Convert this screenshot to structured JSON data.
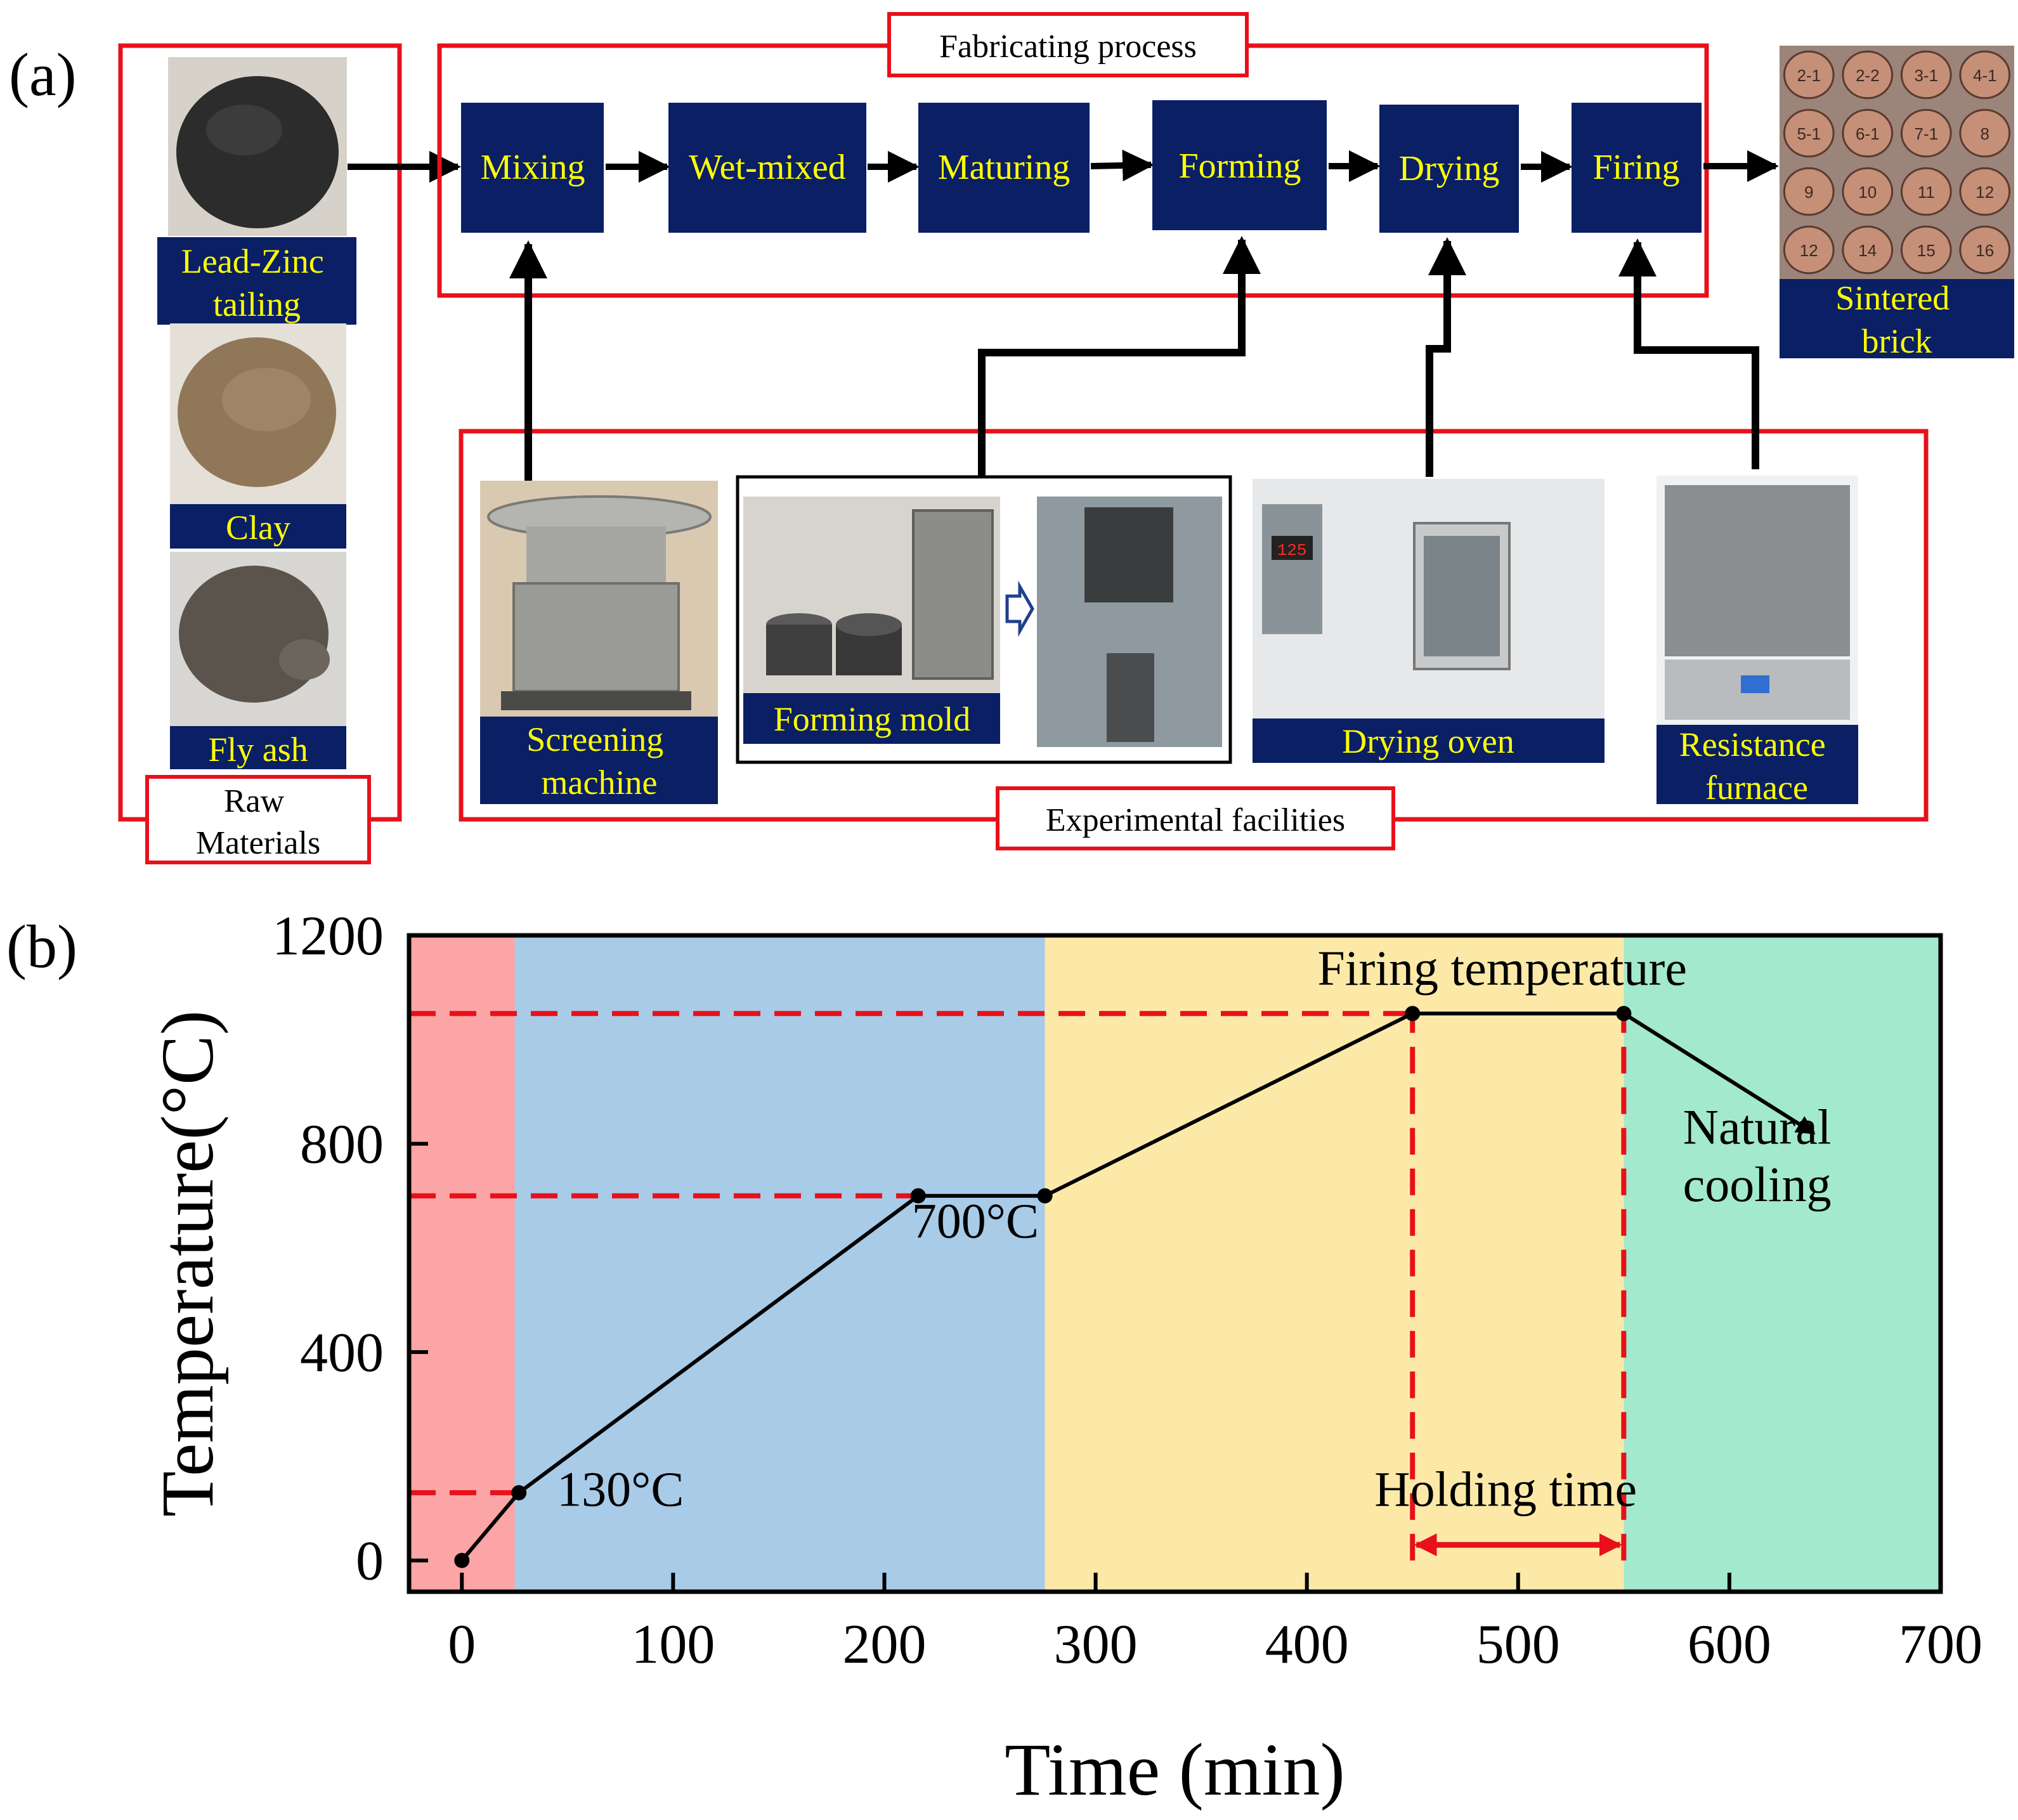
{
  "panel_a": {
    "label": "(a)",
    "raw_materials": {
      "title": [
        "Raw",
        "Materials"
      ],
      "items": [
        {
          "label": [
            "Lead-Zinc",
            "tailing"
          ],
          "color": "#3a3a3a"
        },
        {
          "label": [
            "Clay"
          ],
          "color": "#9a8362"
        },
        {
          "label": [
            "Fly ash"
          ],
          "color": "#5e5850"
        }
      ]
    },
    "fabricating_process": {
      "title": "Fabricating process",
      "steps": [
        "Mixing",
        "Wet-mixed",
        "Maturing",
        "Forming",
        "Drying",
        "Firing"
      ]
    },
    "product": {
      "label": [
        "Sintered",
        "brick"
      ],
      "sample_ids": [
        "2-1",
        "2-2",
        "3-1",
        "4-1",
        "5-1",
        "6-1",
        "7-1",
        "8",
        "9",
        "10",
        "11",
        "12",
        "12",
        "14",
        "15",
        "16"
      ]
    },
    "experimental_facilities": {
      "title": "Experimental facilities",
      "items": [
        {
          "label": [
            "Screening",
            "machine"
          ]
        },
        {
          "label": [
            "Forming mold"
          ]
        },
        {
          "label": [
            "Drying oven"
          ],
          "display": "125"
        },
        {
          "label": [
            "Resistance",
            "furnace"
          ]
        }
      ]
    },
    "colors": {
      "box_fill": "#0a1f64",
      "box_text": "#ffff00",
      "frame": "#e8101a"
    }
  },
  "panel_b": {
    "label": "(b)",
    "chart_data": {
      "type": "line",
      "xlabel": "Time (min)",
      "ylabel": "Temperature(°C)",
      "xlim": [
        -25,
        700
      ],
      "ylim": [
        -60,
        1200
      ],
      "xticks": [
        0,
        100,
        200,
        300,
        400,
        500,
        600,
        700
      ],
      "yticks": [
        0,
        400,
        800,
        1200
      ],
      "series": [
        {
          "x": [
            0,
            27,
            216,
            276,
            450,
            550
          ],
          "y": [
            0,
            130,
            700,
            700,
            1050,
            1050
          ]
        }
      ],
      "arrow": {
        "from": [
          550,
          1050
        ],
        "to": [
          640,
          820
        ]
      },
      "regions": [
        {
          "x0": -25,
          "x1": 25,
          "color": "#fca5a6"
        },
        {
          "x0": 25,
          "x1": 276,
          "color": "#a8cbe8"
        },
        {
          "x0": 276,
          "x1": 550,
          "color": "#fce9a8"
        },
        {
          "x0": 550,
          "x1": 700,
          "color": "#a3e9cd"
        }
      ],
      "dashed_lines": [
        {
          "type": "h",
          "y": 130,
          "x0": -25,
          "x1": 27
        },
        {
          "type": "h",
          "y": 700,
          "x0": -25,
          "x1": 216
        },
        {
          "type": "h",
          "y": 1050,
          "x0": -25,
          "x1": 450
        },
        {
          "type": "v",
          "x": 450,
          "y0": 0,
          "y1": 1050
        },
        {
          "type": "v",
          "x": 550,
          "y0": 0,
          "y1": 1050
        }
      ],
      "holding_arrow": {
        "x0": 450,
        "x1": 550,
        "y": 30
      },
      "annotations": [
        {
          "text": "130°C",
          "x": 45,
          "y": 105
        },
        {
          "text": "700°C",
          "x": 213,
          "y": 620
        },
        {
          "text": "Firing temperature",
          "x": 405,
          "y": 1105
        },
        {
          "text": "Holding time",
          "x": 432,
          "y": 105
        },
        {
          "text": "Natural",
          "x": 578,
          "y": 800
        },
        {
          "text": "cooling",
          "x": 578,
          "y": 690
        }
      ]
    }
  }
}
